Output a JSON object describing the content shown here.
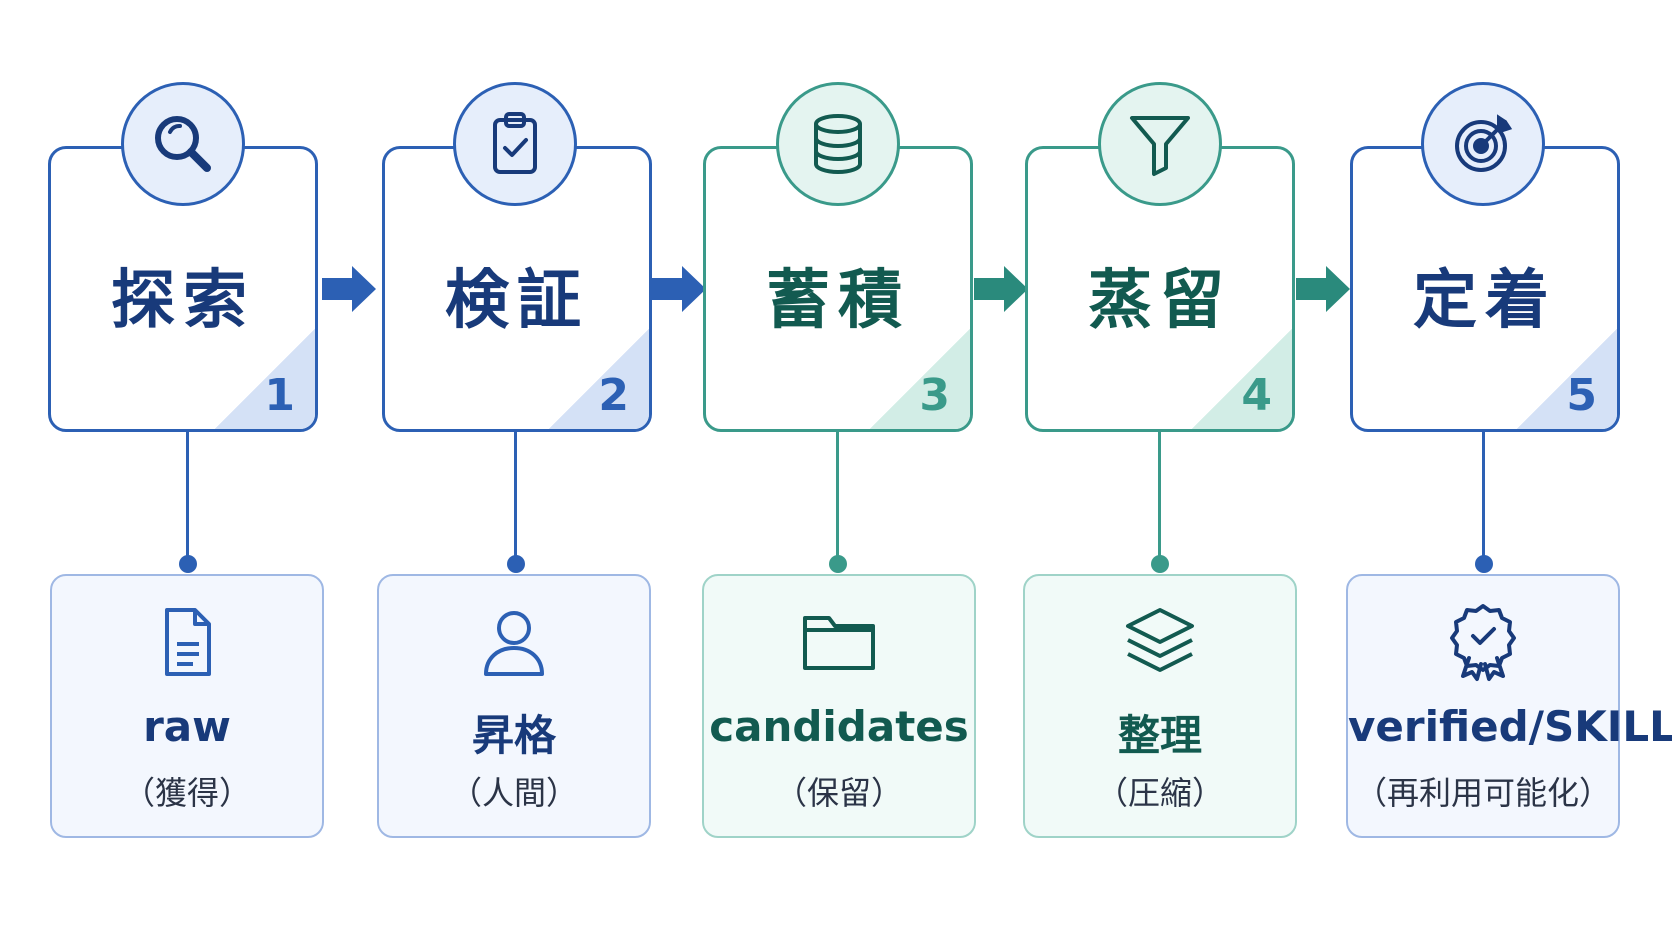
{
  "colors": {
    "blue": "#2c60b4",
    "blue_dark": "#183a7a",
    "teal": "#3a9a8a",
    "teal_dark": "#125a50"
  },
  "stages": [
    {
      "number": "1",
      "title": "探索",
      "icon": "search-icon",
      "theme": "blue",
      "result": {
        "icon": "document-icon",
        "label": "raw",
        "sub": "（獲得）"
      }
    },
    {
      "number": "2",
      "title": "検証",
      "icon": "clipboard-check-icon",
      "theme": "blue",
      "result": {
        "icon": "person-icon",
        "label": "昇格",
        "sub": "（人間）"
      }
    },
    {
      "number": "3",
      "title": "蓄積",
      "icon": "database-icon",
      "theme": "teal",
      "result": {
        "icon": "folder-icon",
        "label": "candidates",
        "sub": "（保留）"
      }
    },
    {
      "number": "4",
      "title": "蒸留",
      "icon": "funnel-icon",
      "theme": "teal",
      "result": {
        "icon": "layers-icon",
        "label": "整理",
        "sub": "（圧縮）"
      }
    },
    {
      "number": "5",
      "title": "定着",
      "icon": "target-icon",
      "theme": "blue",
      "result": {
        "icon": "badge-check-icon",
        "label": "verified/SKILL",
        "sub": "（再利用可能化）"
      }
    }
  ]
}
